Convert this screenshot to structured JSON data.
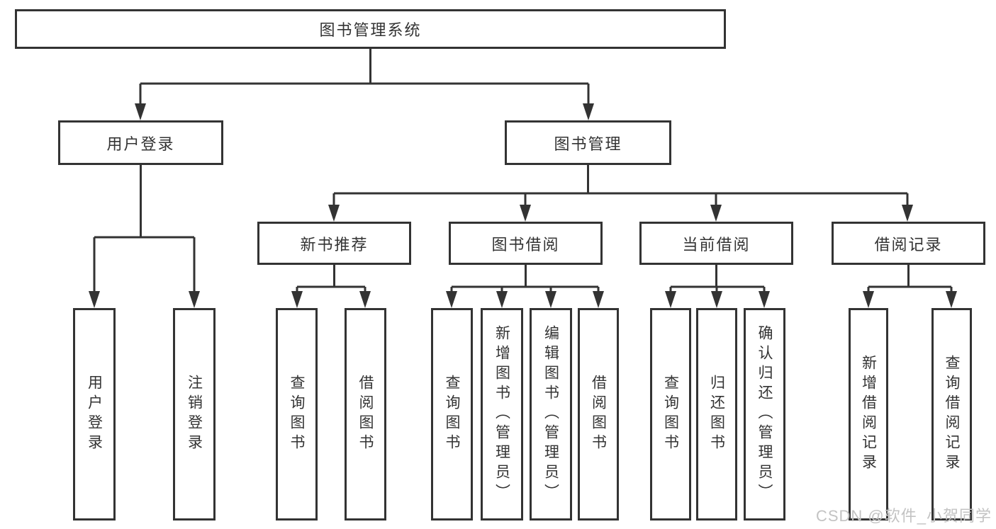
{
  "diagram_type": "hierarchy-tree",
  "nodes": {
    "root": "图书管理系统",
    "user_login": "用户登录",
    "book_mgmt": "图书管理",
    "new_book_rec": "新书推荐",
    "book_borrow": "图书借阅",
    "current_borrow": "当前借阅",
    "borrow_records": "借阅记录",
    "leaf_user_login": "用户登录",
    "leaf_logout": "注销登录",
    "leaf_query_book_rec": "查询图书",
    "leaf_borrow_book_rec": "借阅图书",
    "leaf_query_book_borrow": "查询图书",
    "leaf_add_book": "新增图书（管理员）",
    "leaf_edit_book": "编辑图书（管理员）",
    "leaf_borrow_book_borrow": "借阅图书",
    "leaf_query_book_current": "查询图书",
    "leaf_return_book": "归还图书",
    "leaf_confirm_return": "确认归还（管理员）",
    "leaf_add_borrow_record": "新增借阅记录",
    "leaf_query_borrow_record": "查询借阅记录"
  },
  "hierarchy": {
    "图书管理系统": {
      "用户登录": [
        "用户登录",
        "注销登录"
      ],
      "图书管理": {
        "新书推荐": [
          "查询图书",
          "借阅图书"
        ],
        "图书借阅": [
          "查询图书",
          "新增图书（管理员）",
          "编辑图书（管理员）",
          "借阅图书"
        ],
        "当前借阅": [
          "查询图书",
          "归还图书",
          "确认归还（管理员）"
        ],
        "借阅记录": [
          "新增借阅记录",
          "查询借阅记录"
        ]
      }
    }
  },
  "colors": {
    "line": "#333333",
    "text": "#333333",
    "box_background": "#ffffff",
    "watermark": "#c3c3c3"
  },
  "watermark": "CSDN @软件_小贺同学"
}
